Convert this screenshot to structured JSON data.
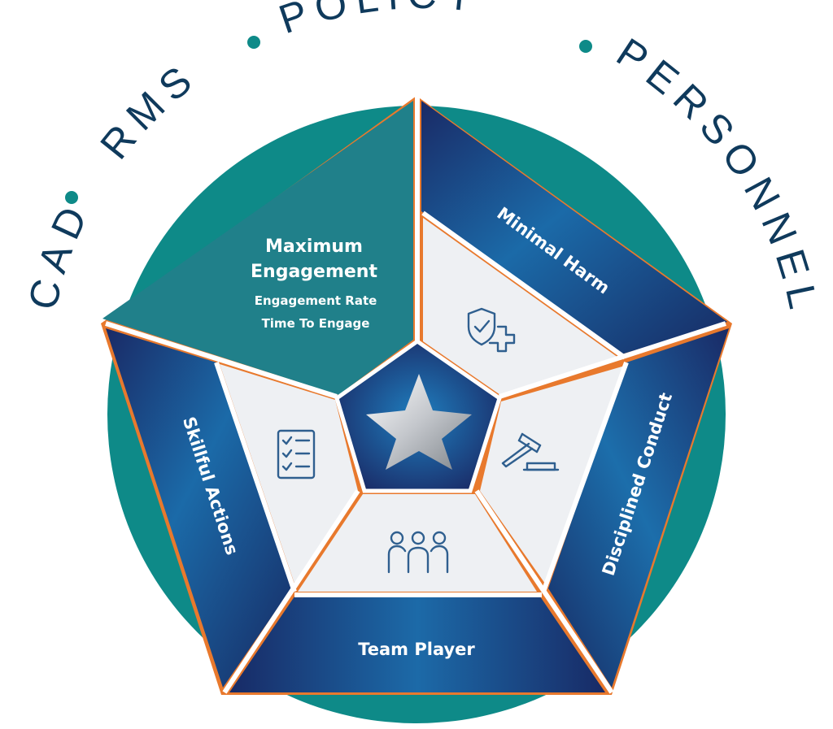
{
  "arc_labels": {
    "cad": "CAD",
    "rms": "RMS",
    "policy": "POLICY",
    "personnel": "PERSONNEL"
  },
  "segments": {
    "top": {
      "title_line1": "Maximum",
      "title_line2": "Engagement",
      "metric1": "Engagement Rate",
      "metric2": "Time To Engage"
    },
    "minimal_harm": "Minimal Harm",
    "disciplined_conduct": "Disciplined Conduct",
    "team_player": "Team Player",
    "skillful_actions": "Skillful Actions"
  },
  "icons": {
    "minimal_harm": "shield-check-plus-icon",
    "disciplined_conduct": "gavel-icon",
    "team_player": "team-people-icon",
    "skillful_actions": "checklist-icon",
    "center": "star-icon"
  },
  "colors": {
    "teal": "#0e8a88",
    "orange": "#e8792d",
    "navy": "#1a2f6b",
    "blue": "#1a5f9e",
    "light_panel": "#eef0f3",
    "text_dark": "#0f3a5c"
  }
}
